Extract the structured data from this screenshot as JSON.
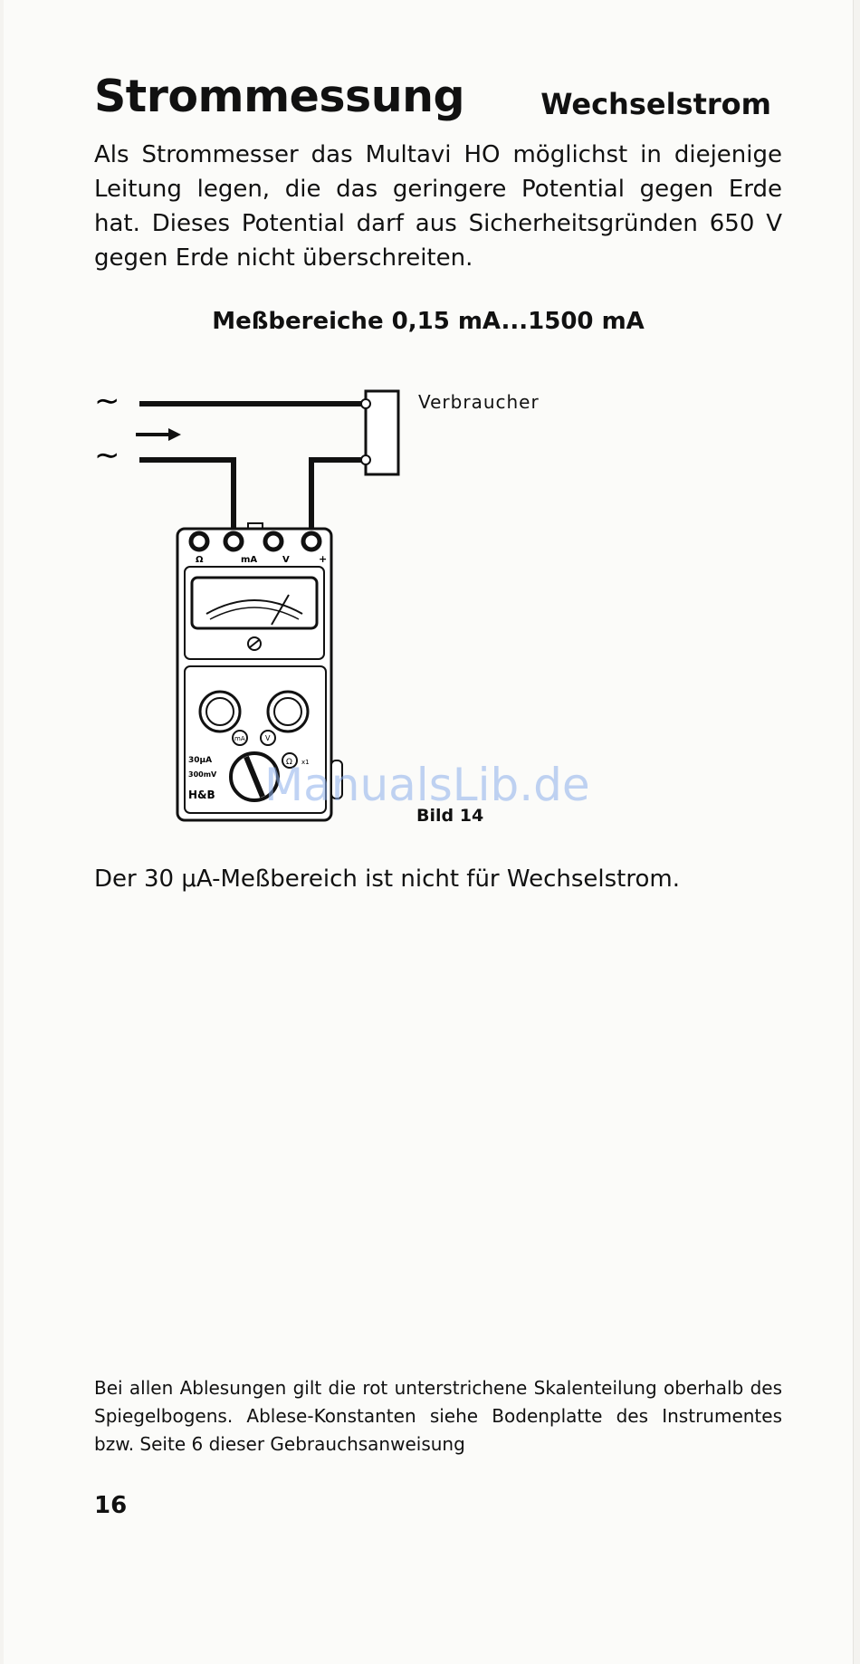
{
  "header": {
    "title": "Strommessung",
    "subtitle": "Wechselstrom"
  },
  "intro": "Als Strommesser das Multavi HO möglichst in diejenige Leitung legen, die das geringere Potential gegen Erde hat. Dieses Potential darf aus Sicherheitsgründen 650 V gegen Erde nicht überschreiten.",
  "ranges_heading": "Meßbereiche 0,15 mA...1500 mA",
  "diagram": {
    "consumer_label": "Verbraucher",
    "figure_label": "Bild 14",
    "terminal_labels": [
      "Ω",
      "mA",
      "V",
      "+"
    ],
    "ac_symbol": "∼",
    "knob_labels": {
      "ma": "mA",
      "v": "V",
      "ohm": "Ω",
      "x1": "x1",
      "r30": "30μA",
      "r300": "300mV",
      "brand": "H&B"
    }
  },
  "watermark": "ManualsLib.de",
  "note": "Der 30 μA-Meßbereich ist nicht für Wechselstrom.",
  "footer": "Bei allen Ablesungen gilt die rot unterstrichene Skalenteilung oberhalb des Spiegelbogens. Ablese-Konstanten siehe Bodenplatte des Instrumentes bzw. Seite 6 dieser Gebrauchsanweisung",
  "page_number": "16"
}
